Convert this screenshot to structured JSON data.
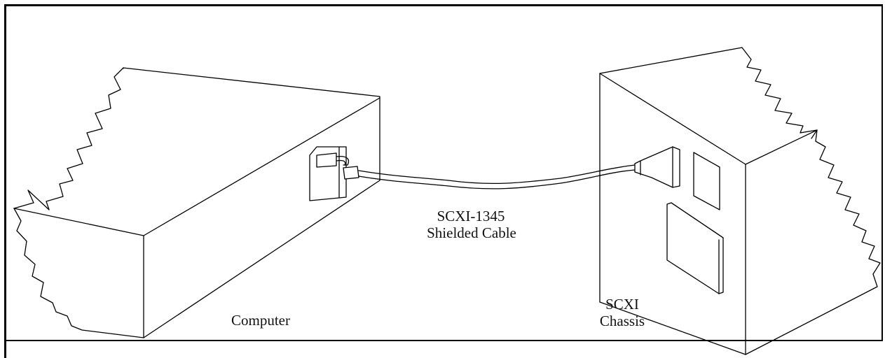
{
  "labels": {
    "computer": "Computer",
    "cable_line1": "SCXI-1345",
    "cable_line2": "Shielded Cable",
    "chassis_line1": "SCXI",
    "chassis_line2": "Chassis"
  }
}
